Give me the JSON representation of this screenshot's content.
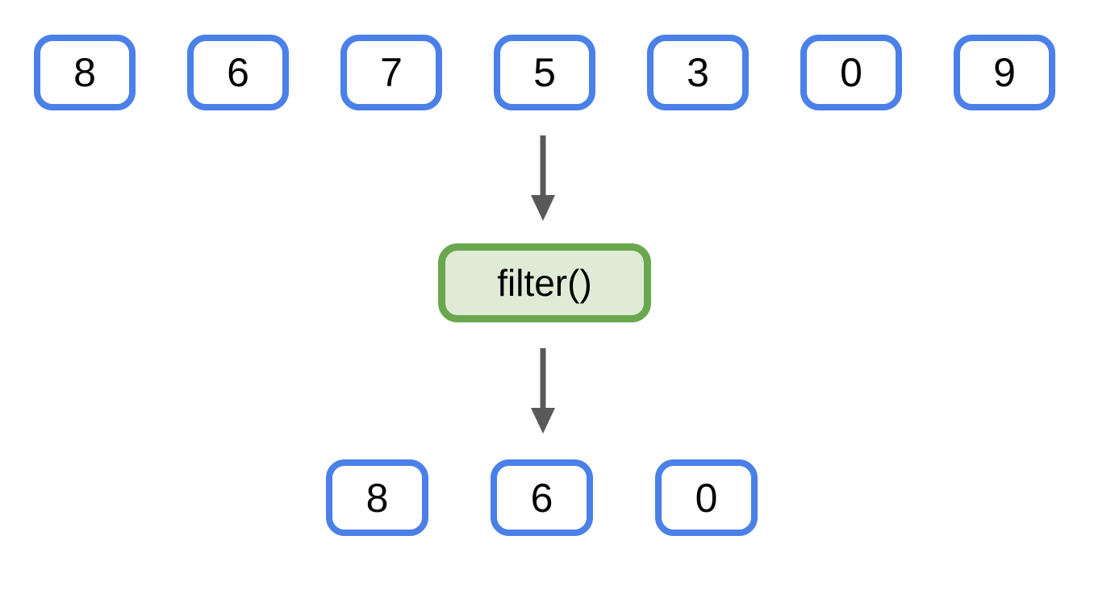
{
  "diagram": {
    "input_row": {
      "values": [
        "8",
        "6",
        "7",
        "5",
        "3",
        "0",
        "9"
      ]
    },
    "function_label": "filter()",
    "output_row": {
      "values": [
        "8",
        "6",
        "0"
      ]
    },
    "colors": {
      "number_box_border": "#4A80E8",
      "number_box_fill": "#FFFFFF",
      "function_box_border": "#6AA84F",
      "function_box_fill": "#DFEBD6",
      "arrow": "#595959",
      "text": "#000000",
      "background": "#FFFFFF"
    }
  }
}
